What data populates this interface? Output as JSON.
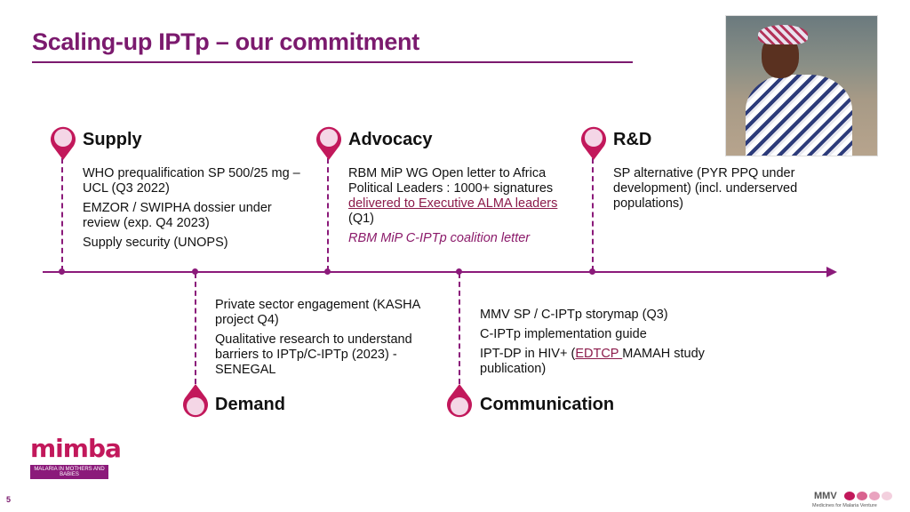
{
  "slide": {
    "title": "Scaling-up IPTp – our commitment",
    "page_number": "5"
  },
  "supply": {
    "heading": "Supply",
    "items": [
      "WHO prequalification SP 500/25 mg – UCL (Q3 2022)",
      "EMZOR / SWIPHA dossier under review (exp. Q4 2023)",
      "Supply security (UNOPS)"
    ]
  },
  "advocacy": {
    "heading": "Advocacy",
    "item1_pre": "RBM MiP WG Open letter to Africa Political Leaders : 1000+ signatures ",
    "item1_link": "delivered to Executive ALMA leaders",
    "item1_post": " (Q1)",
    "item2": "RBM MiP C-IPTp coalition letter"
  },
  "rnd": {
    "heading": "R&D",
    "items": [
      "SP alternative (PYR PPQ under development) (incl. underserved populations)"
    ]
  },
  "demand": {
    "heading": "Demand",
    "items": [
      "Private sector engagement (KASHA project Q4)",
      "Qualitative research to understand barriers to IPTp/C-IPTp (2023) - SENEGAL"
    ]
  },
  "communication": {
    "heading": "Communication",
    "item1": "MMV SP / C-IPTp storymap (Q3)",
    "item2": "C-IPTp implementation guide",
    "item3_pre": "IPT-DP in HIV+ (",
    "item3_link": "EDTCP ",
    "item3_post": "MAMAH study publication)"
  },
  "logos": {
    "mimba_word": "mimba",
    "mimba_tagline": "MALARIA IN MOTHERS AND BABIES",
    "mmv_word": "MMV",
    "mmv_tagline": "Medicines for Malaria Venture"
  },
  "colors": {
    "accent": "#8b1a7a",
    "title": "#7b1a6e",
    "pin_ring": "#c2185b",
    "pin_fill": "#f4d6e6"
  }
}
